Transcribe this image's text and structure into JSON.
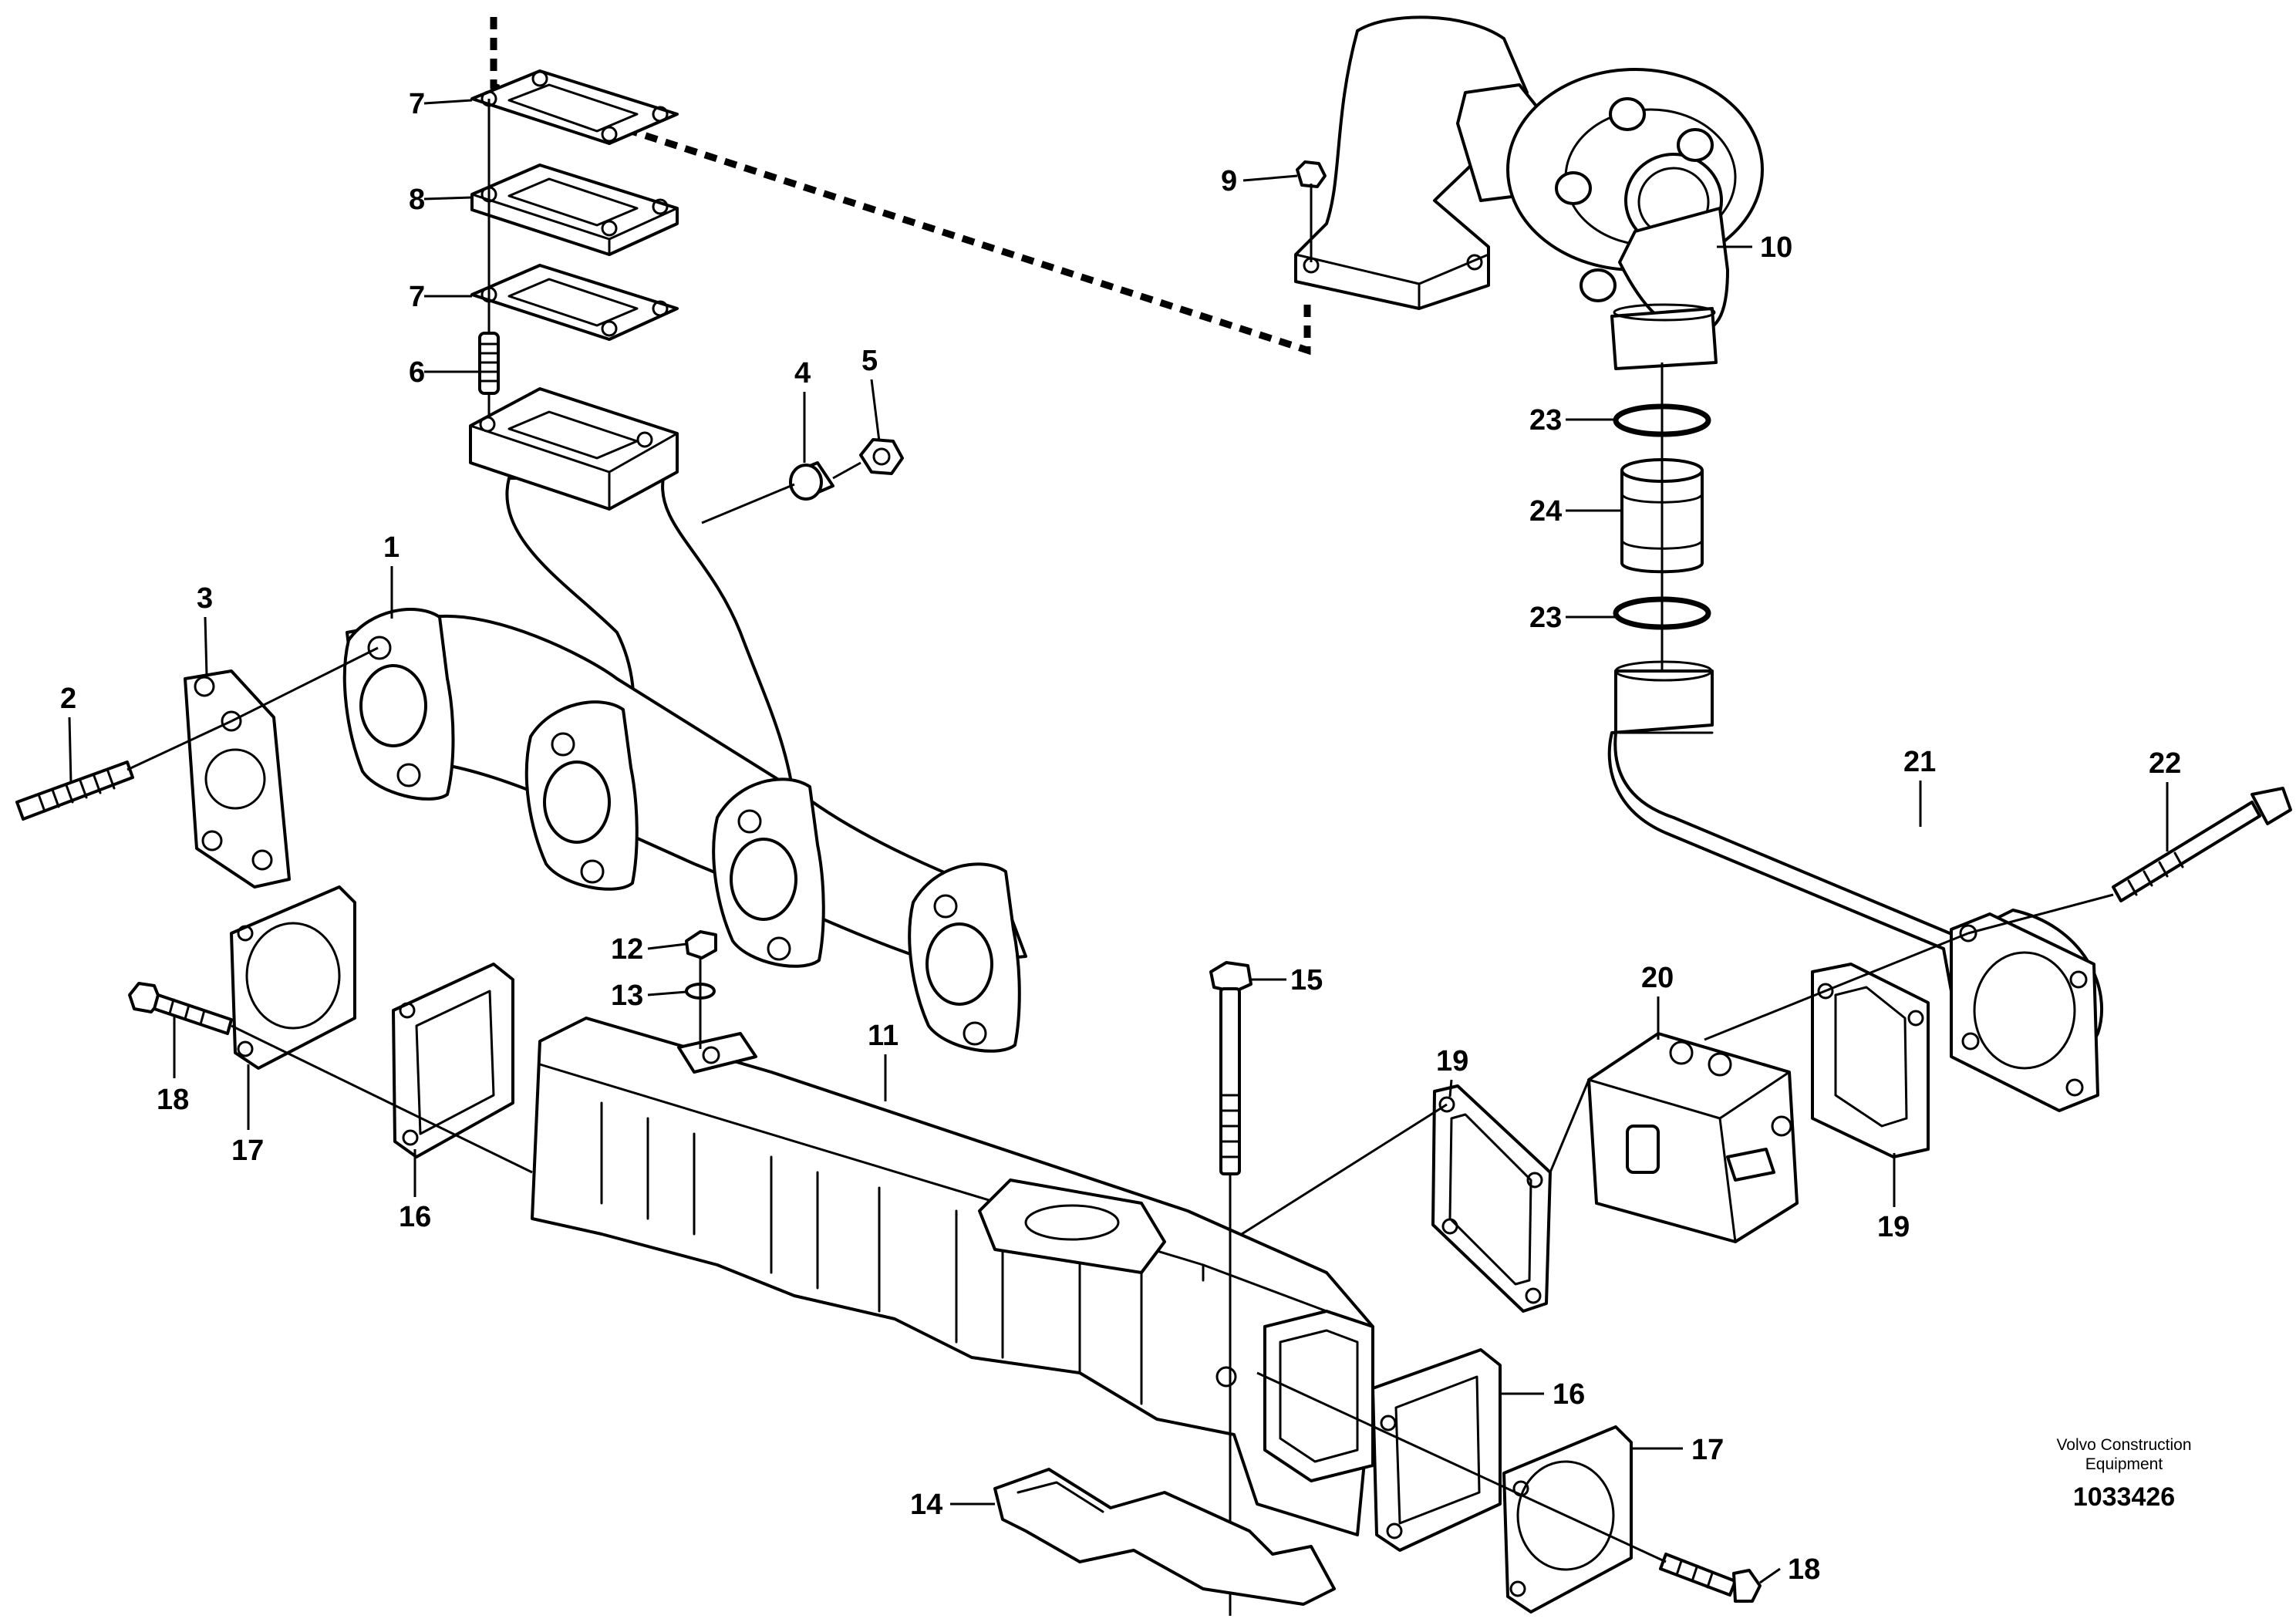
{
  "callouts": {
    "c1": "1",
    "c2": "2",
    "c3": "3",
    "c4": "4",
    "c5": "5",
    "c6": "6",
    "c7a": "7",
    "c7b": "7",
    "c8": "8",
    "c9": "9",
    "c10": "10",
    "c11": "11",
    "c12": "12",
    "c13": "13",
    "c14": "14",
    "c15": "15",
    "c16a": "16",
    "c16b": "16",
    "c17a": "17",
    "c17b": "17",
    "c18a": "18",
    "c18b": "18",
    "c19a": "19",
    "c19b": "19",
    "c20": "20",
    "c21": "21",
    "c22": "22",
    "c23a": "23",
    "c23b": "23",
    "c24": "24"
  },
  "brand": {
    "line1": "Volvo Construction",
    "line2": "Equipment"
  },
  "document_number": "1033426"
}
